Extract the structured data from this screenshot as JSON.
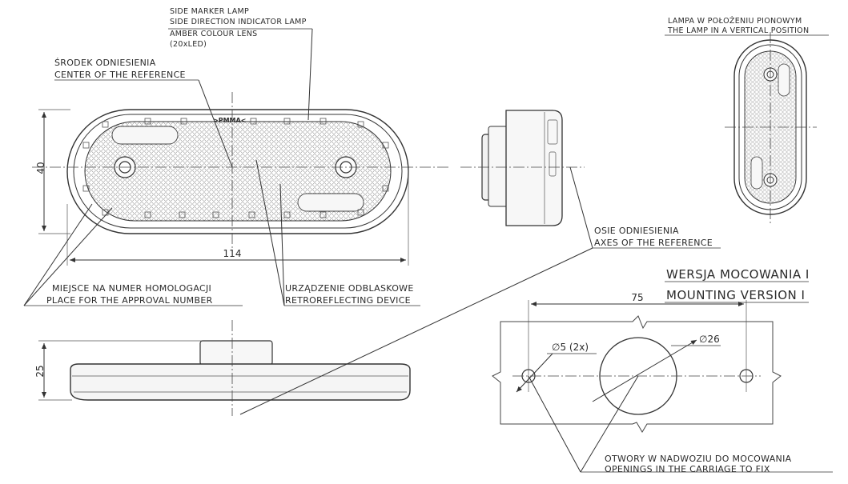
{
  "labels": {
    "lamp_line1": "SIDE MARKER LAMP",
    "lamp_line2": "SIDE DIRECTION INDICATOR LAMP",
    "lamp_line3": "AMBER COLOUR LENS",
    "lamp_line4": "(20xLED)",
    "center_pl": "ŚRODEK ODNIESIENIA",
    "center_en": "CENTER OF THE REFERENCE",
    "vertical_pl": "LAMPA W POŁOŻENIU PIONOWYM",
    "vertical_en": "THE LAMP IN A VERTICAL POSITION",
    "axes_pl": "OSIE ODNIESIENIA",
    "axes_en": "AXES OF THE REFERENCE",
    "homolog_pl": "MIEJSCE NA NUMER HOMOLOGACJI",
    "homolog_en": "PLACE FOR THE APPROVAL NUMBER",
    "retro_pl": "URZĄDZENIE ODBLASKOWE",
    "retro_en": "RETROREFLECTING DEVICE",
    "mount_pl": "WERSJA MOCOWANIA I",
    "mount_en": "MOUNTING VERSION I",
    "openings_pl": "OTWORY W NADWOZIU DO MOCOWANIA",
    "openings_en": "OPENINGS IN THE CARRIAGE TO FIX",
    "brand": ">PMMA<"
  },
  "dimensions": {
    "height": "40",
    "width": "114",
    "depth": "25",
    "hole_spacing": "75",
    "hole_dia": "∅5 (2x)",
    "center_dia": "∅26"
  },
  "colors": {
    "line": "#333333",
    "paper": "#ffffff"
  }
}
